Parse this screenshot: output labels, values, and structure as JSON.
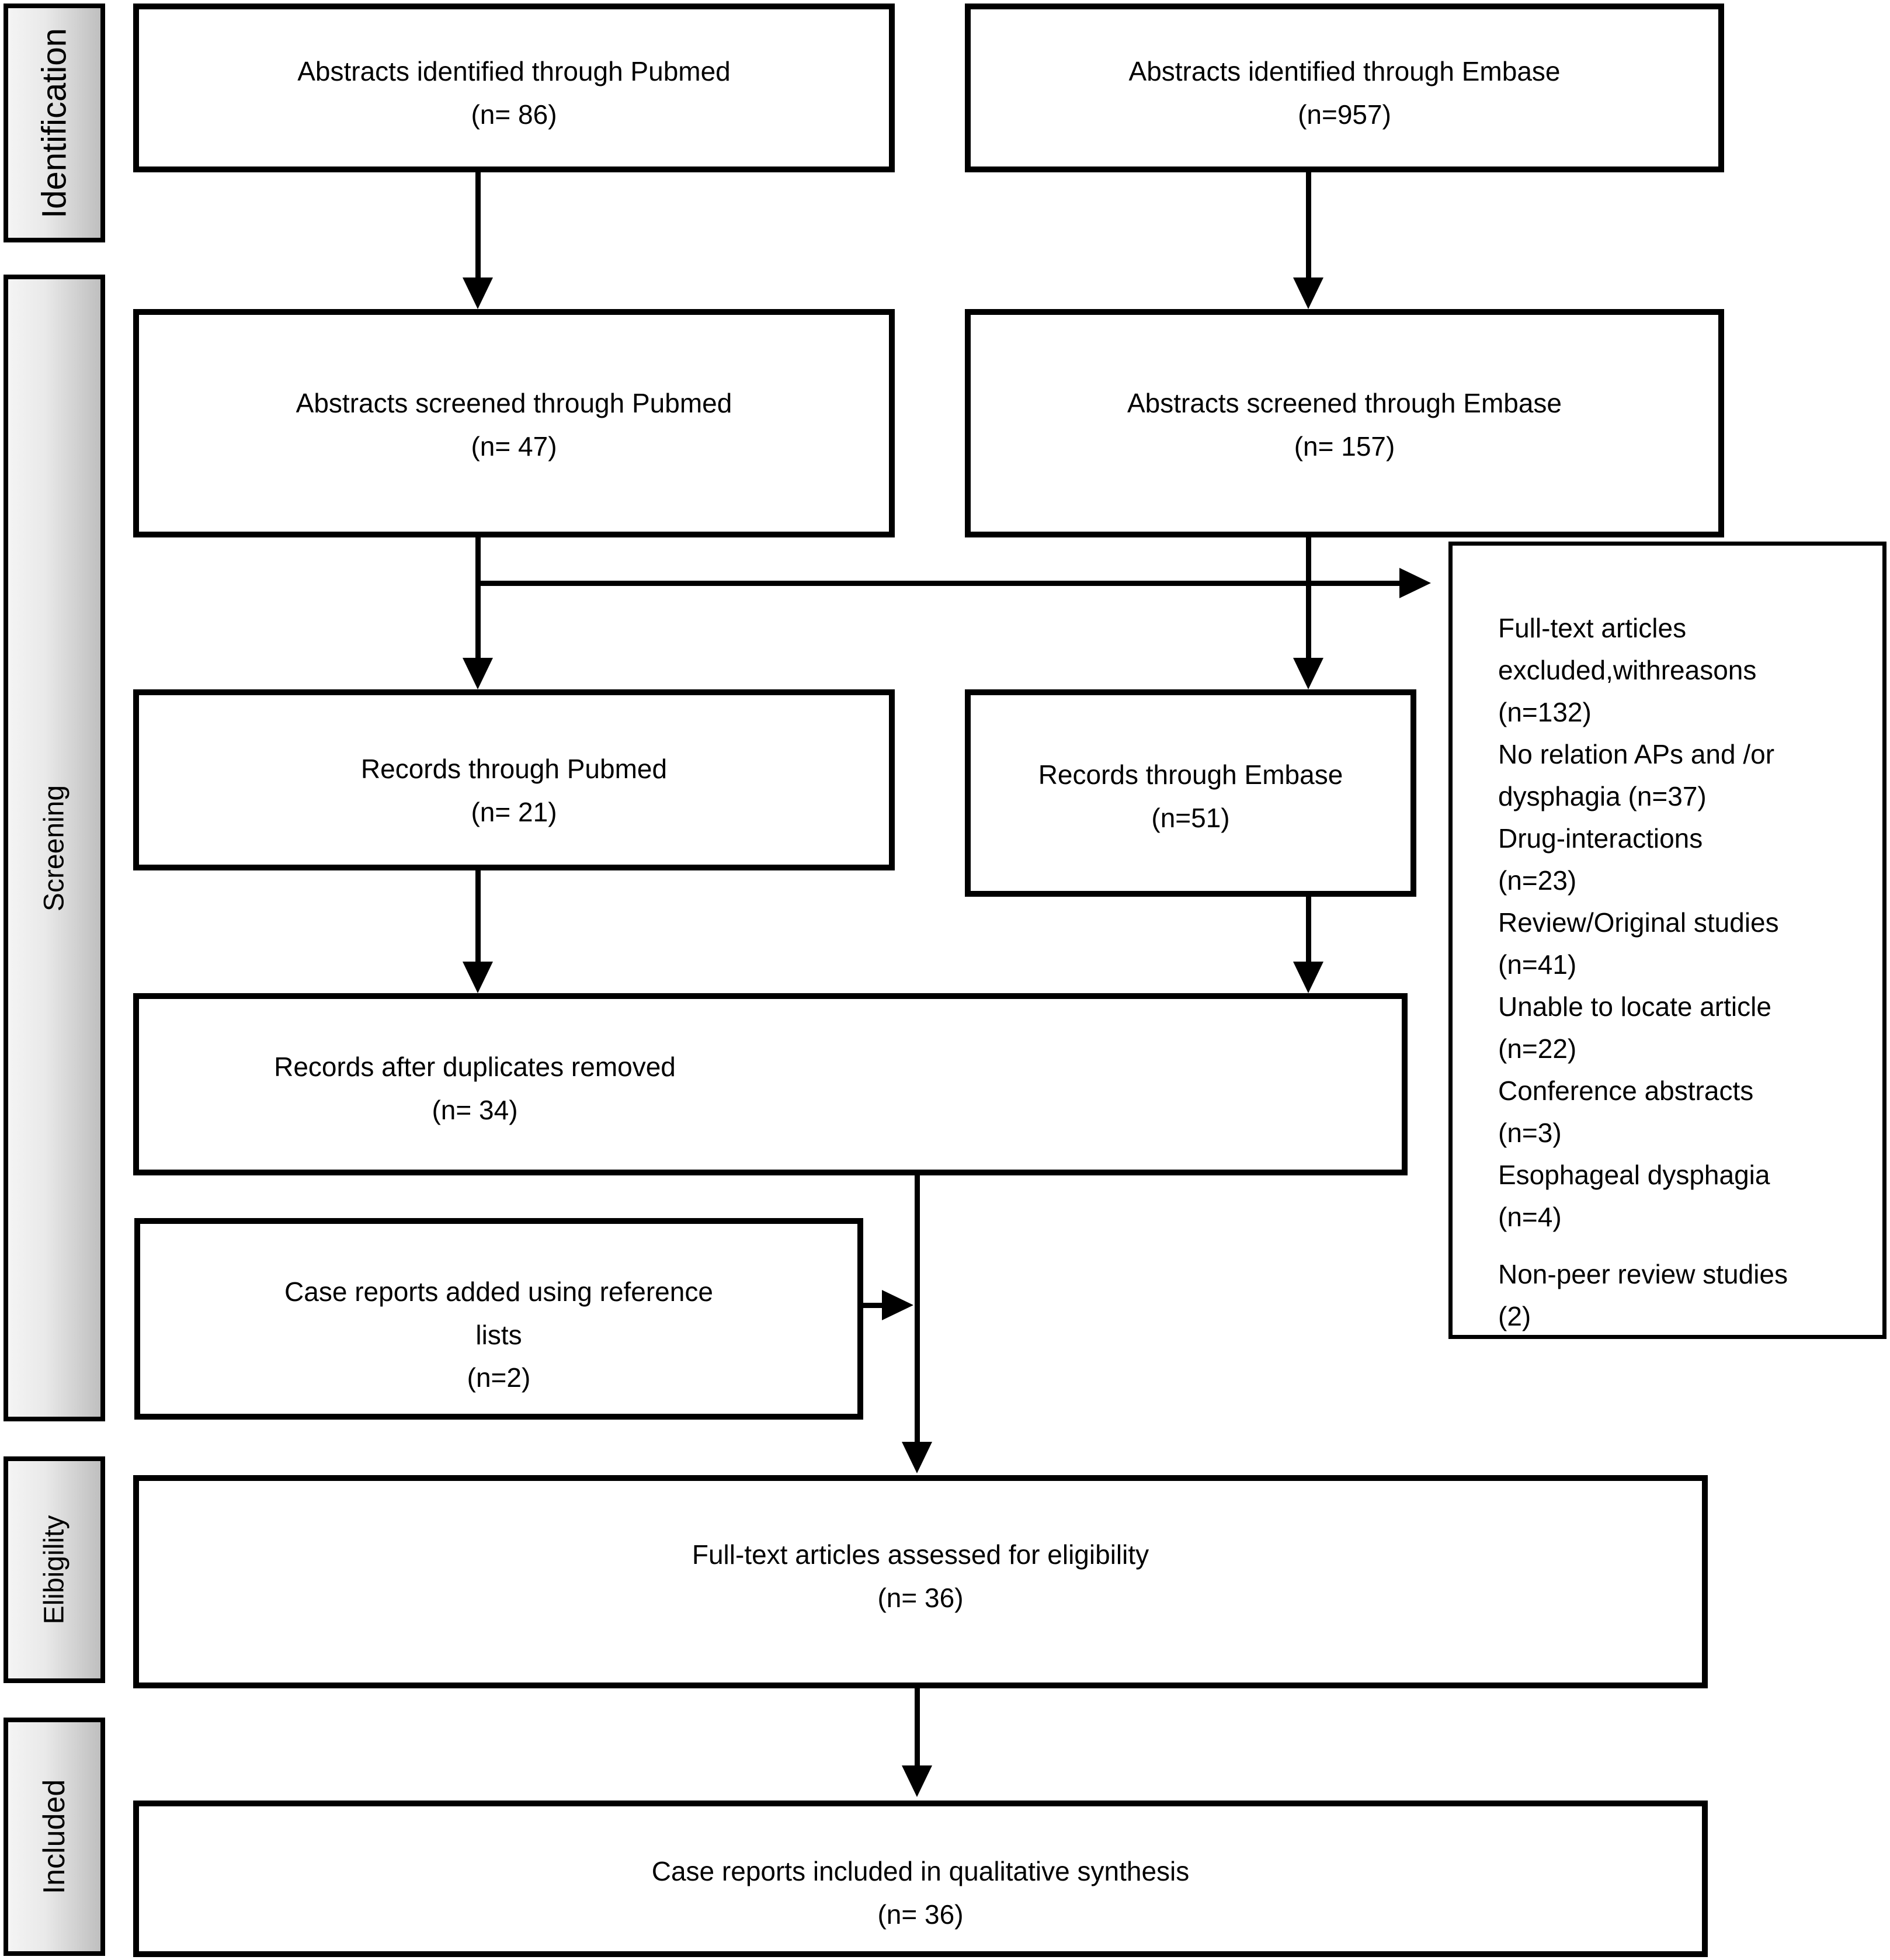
{
  "sidebar": {
    "stages": [
      {
        "label": "Identification"
      },
      {
        "label": "Screening"
      },
      {
        "label": "Elibigility"
      },
      {
        "label": "Included"
      }
    ]
  },
  "boxes": {
    "pubmed_identified": {
      "line1": "Abstracts identified through Pubmed",
      "line2": "(n= 86)"
    },
    "embase_identified": {
      "line1": "Abstracts identified through Embase",
      "line2": "(n=957)"
    },
    "pubmed_screened": {
      "line1": "Abstracts screened through Pubmed",
      "line2": "(n= 47)"
    },
    "embase_screened": {
      "line1": "Abstracts screened through Embase",
      "line2": "(n= 157)"
    },
    "pubmed_records": {
      "line1": "Records through Pubmed",
      "line2": "(n= 21)"
    },
    "embase_records": {
      "line1": "Records through Embase",
      "line2": "(n=51)"
    },
    "duplicates_removed": {
      "line1": "Records after duplicates removed",
      "line2": "(n= 34)"
    },
    "case_reports_added": {
      "line1": "Case reports added using reference",
      "line2": "lists",
      "line3": "(n=2)"
    },
    "fulltext_assessed": {
      "line1": "Full-text articles assessed for eligibility",
      "line2": "(n= 36)"
    },
    "included_synthesis": {
      "line1": "Case reports included in qualitative synthesis",
      "line2": "(n= 36)"
    }
  },
  "exclusion": {
    "lines": [
      "Full-text articles",
      "excluded,withreasons",
      "(n=132)",
      "No relation APs and /or",
      " dysphagia (n=37)",
      "Drug-interactions",
      "(n=23)",
      "Review/Original studies",
      "(n=41)",
      "Unable to locate article",
      "(n=22)",
      "Conference abstracts",
      "(n=3)",
      "Esophageal dysphagia",
      "(n=4)",
      "Non-peer review studies",
      "(2)"
    ]
  },
  "colors": {
    "border": "#000000",
    "background": "#ffffff",
    "sidebar_gradient_start": "#f4f4f4",
    "sidebar_gradient_end": "#bfbfbf",
    "text": "#000000"
  }
}
